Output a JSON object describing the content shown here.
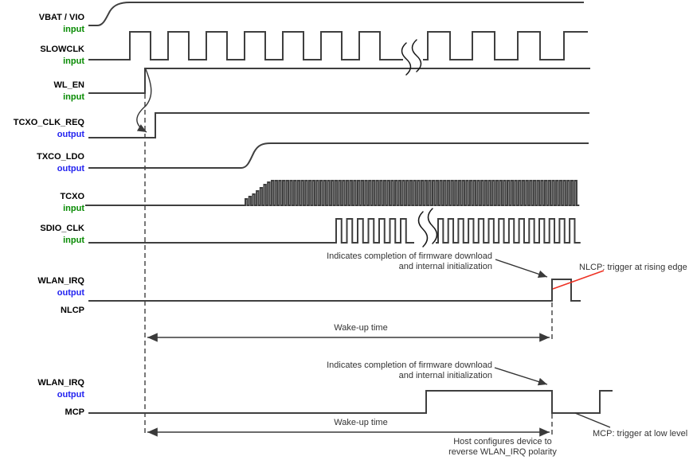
{
  "colors": {
    "line": "#3f3f3f",
    "input_green": "#068a00",
    "output_blue": "#2222f0",
    "trigger_red": "#ee3224",
    "annotation": "#333333"
  },
  "signals": [
    {
      "name": "VBAT / VIO",
      "direction": "input"
    },
    {
      "name": "SLOWCLK",
      "direction": "input"
    },
    {
      "name": "WL_EN",
      "direction": "input"
    },
    {
      "name": "TCXO_CLK_REQ",
      "direction": "output"
    },
    {
      "name": "TXCO_LDO",
      "direction": "output"
    },
    {
      "name": "TCXO",
      "direction": "input"
    },
    {
      "name": "SDIO_CLK",
      "direction": "input"
    },
    {
      "name": "WLAN_IRQ",
      "direction": "output",
      "mode": "NLCP"
    },
    {
      "name": "WLAN_IRQ",
      "direction": "output",
      "mode": "MCP"
    }
  ],
  "annotations": {
    "firmware_note_top": {
      "line1": "Indicates completion of firmware download",
      "line2": "and internal initialization"
    },
    "firmware_note_bottom": {
      "line1": "Indicates completion of firmware download",
      "line2": "and internal initialization"
    },
    "nlcp_trigger": "NLCP: trigger at rising edge",
    "mcp_trigger": "MCP: trigger at low level",
    "wakeup_top": "Wake-up time",
    "wakeup_bottom": "Wake-up time",
    "host_note": {
      "line1": "Host configures device to",
      "line2": "reverse WLAN_IRQ polarity"
    }
  }
}
